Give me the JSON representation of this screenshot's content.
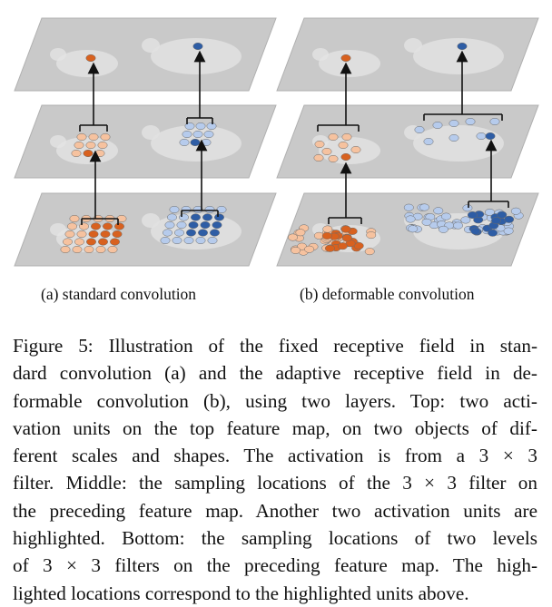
{
  "figure": {
    "panels": [
      {
        "id": "a",
        "caption": "(a) standard convolution"
      },
      {
        "id": "b",
        "caption": "(b) deformable convolution"
      }
    ],
    "colors": {
      "layer_fill": "#c9c9c9",
      "layer_stroke": "#b0b0b0",
      "orange_dark": "#d8611f",
      "orange_light": "#f6c29f",
      "blue_dark": "#2e5da5",
      "blue_light": "#b6cbec",
      "arrow": "#111111"
    }
  },
  "caption": {
    "lines": [
      "Figure 5: Illustration of the fixed receptive field in stan-",
      "dard convolution (a) and the adaptive receptive field in de-",
      "formable convolution (b), using two layers. Top: two acti-",
      "vation units on the top feature map, on two objects of dif-",
      "ferent scales and shapes. The activation is from a 3 × 3",
      "filter. Middle: the sampling locations of the 3 × 3 filter on",
      "the preceding feature map. Another two activation units are",
      "highlighted. Bottom: the sampling locations of two levels",
      "of 3 × 3 filters on the preceding feature map. The high-",
      "lighted locations correspond to the highlighted units above."
    ]
  }
}
